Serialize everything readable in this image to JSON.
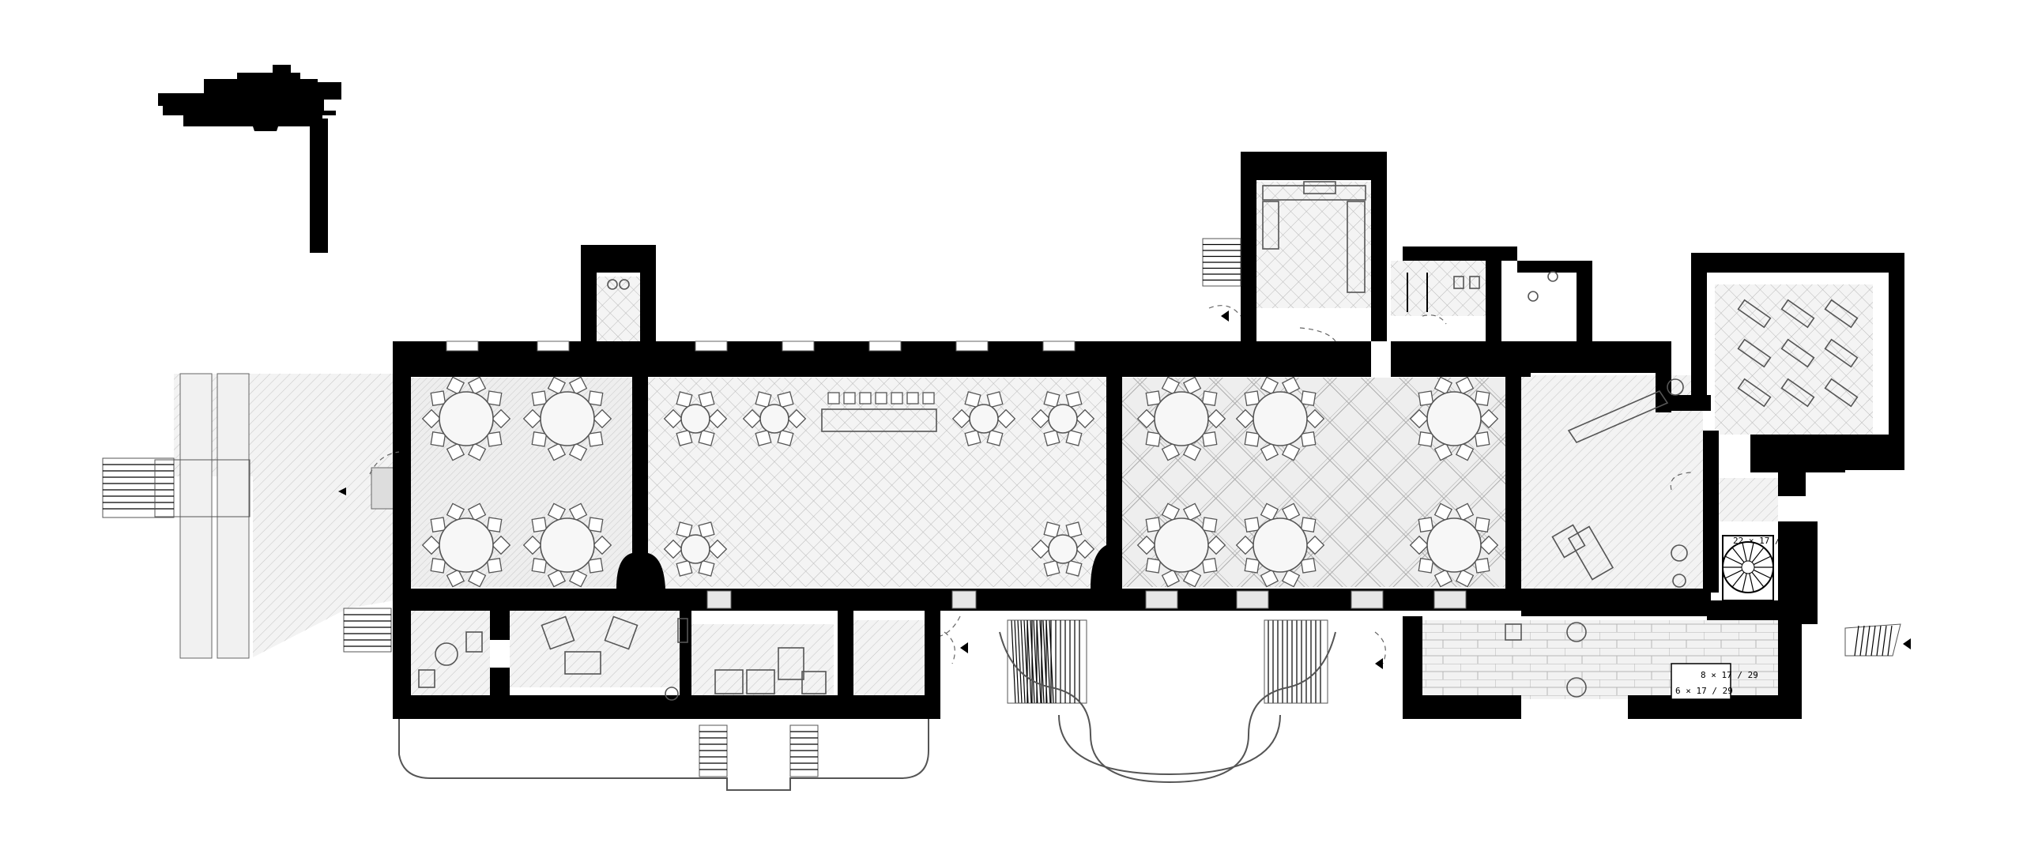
{
  "plan": {
    "stair_labels": [
      "22 × 17 / 29",
      "8 × 17 / 29",
      "6 × 17 / 29"
    ]
  }
}
